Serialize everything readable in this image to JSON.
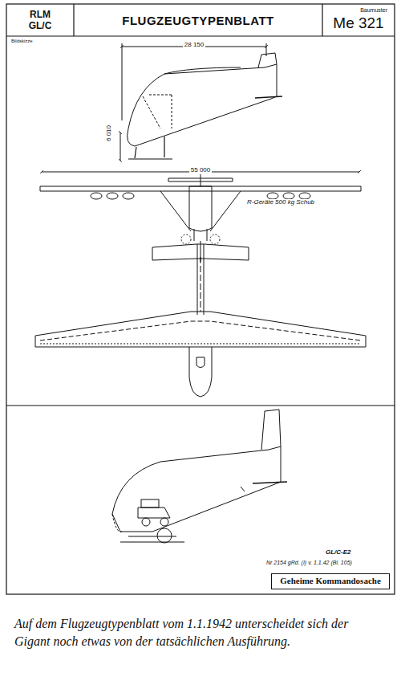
{
  "diagram": {
    "title": "FLUGZEUGTYPENBLATT",
    "caption": "Auf dem Flugzeugtypenblatt vom 1.1.1942 unterscheidet sich der Gigant noch etwas von der tatsächlichen Ausführung.",
    "nodes": [
      {
        "text": [
          "RLM GL/C"
        ]
      },
      {
        "text": [
          "Baumuster",
          "Me 321"
        ]
      },
      {
        "text": [
          "Geheime Kommandosache"
        ]
      }
    ],
    "labels": [
      "Bildskizze",
      "28 150",
      "6 010",
      "55 000",
      "R-Geräte 500 kg Schub",
      "GL/C-E2",
      "Nr 2154 gRd. (I) v. 1.1.42 (Bl. 105)"
    ]
  }
}
